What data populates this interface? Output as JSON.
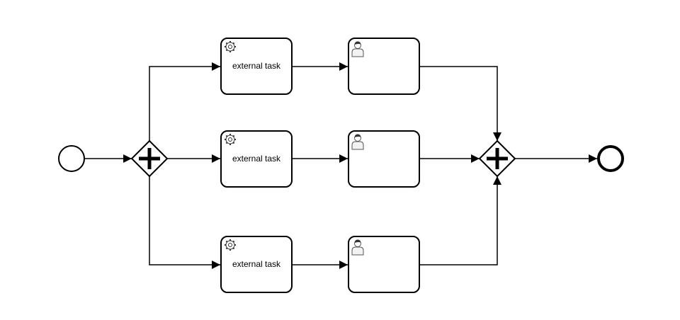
{
  "diagram": {
    "start_event": {
      "kind": "start-event"
    },
    "end_event": {
      "kind": "end-event"
    },
    "split_gateway": {
      "kind": "parallel-gateway"
    },
    "join_gateway": {
      "kind": "parallel-gateway"
    },
    "lanes": [
      {
        "service_task": {
          "label": "external task",
          "icon": "gear-icon"
        },
        "user_task": {
          "label": "",
          "icon": "user-icon"
        }
      },
      {
        "service_task": {
          "label": "external task",
          "icon": "gear-icon"
        },
        "user_task": {
          "label": "",
          "icon": "user-icon"
        }
      },
      {
        "service_task": {
          "label": "external task",
          "icon": "gear-icon"
        },
        "user_task": {
          "label": "",
          "icon": "user-icon"
        }
      }
    ]
  },
  "colors": {
    "stroke": "#000000",
    "fill": "#ffffff",
    "icon_gray": "#666666"
  }
}
